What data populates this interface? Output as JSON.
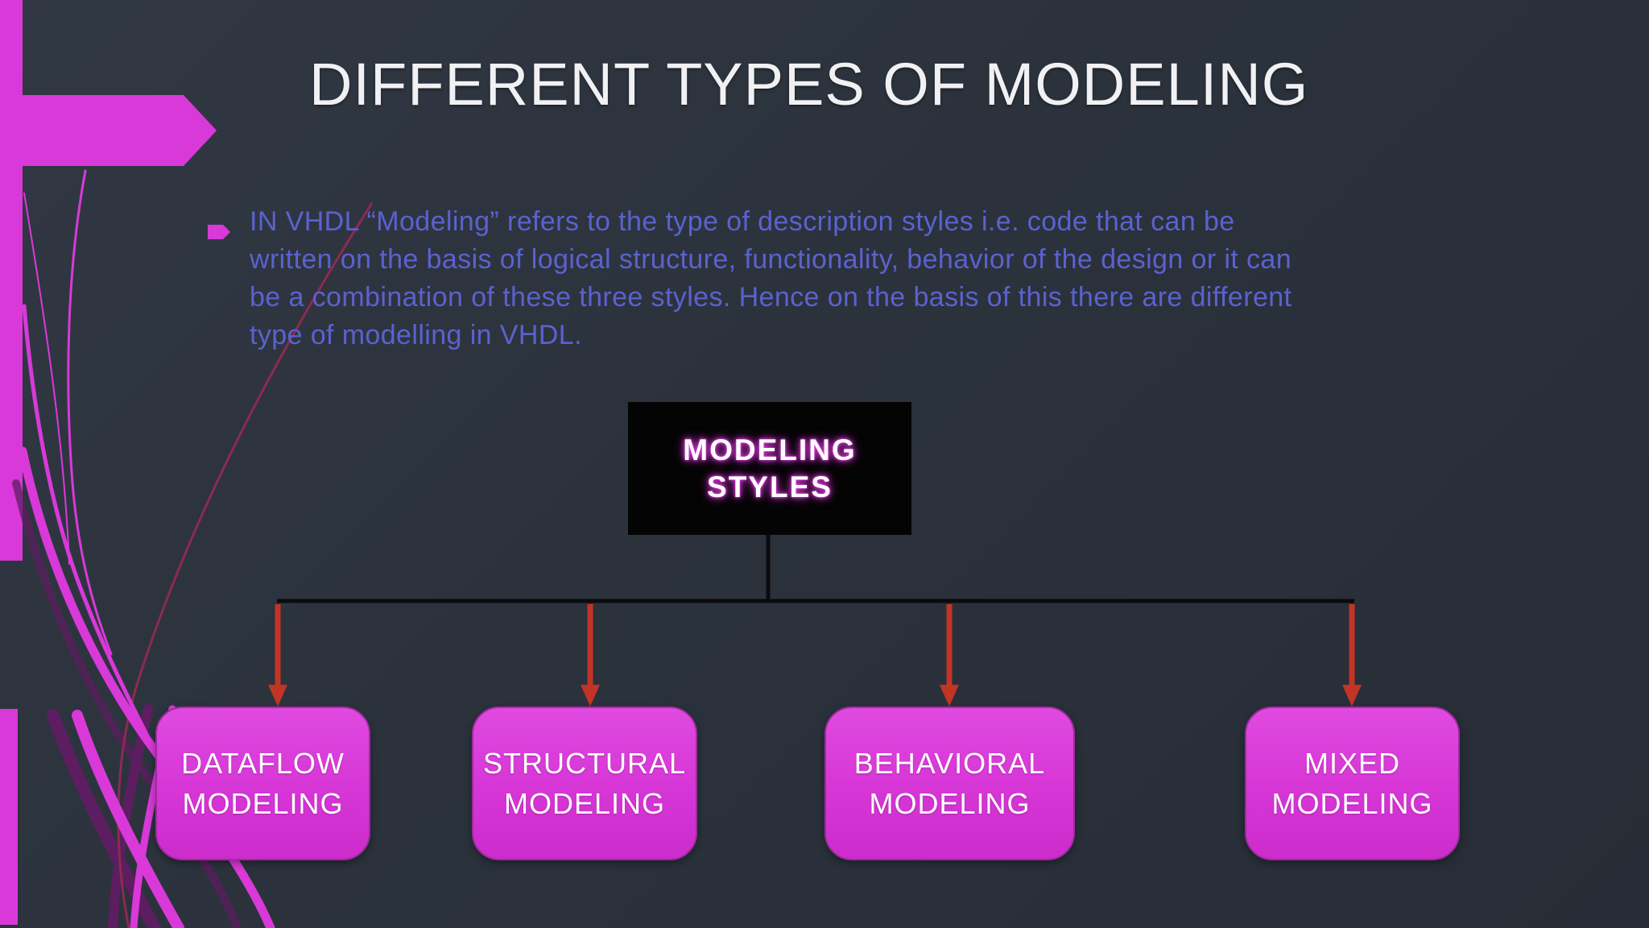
{
  "slide": {
    "title": "DIFFERENT TYPES OF MODELING",
    "bullet": {
      "icon": "arrow-right-bullet",
      "lines": [
        "IN VHDL “Modeling” refers to the type of description styles i.e. code that can be",
        "written on the basis of logical structure, functionality, behavior of the design or it can",
        "be a combination of these three styles. Hence on the basis of this there are different",
        "type of modelling in VHDL."
      ]
    },
    "tree": {
      "root": {
        "lines": [
          "MODELING",
          "STYLES"
        ]
      },
      "connector_arrow_icon": "down-arrow",
      "children": [
        {
          "lines": [
            "DATAFLOW",
            "MODELING"
          ]
        },
        {
          "lines": [
            "STRUCTURAL",
            "MODELING"
          ]
        },
        {
          "lines": [
            "BEHAVIORAL",
            "MODELING"
          ]
        },
        {
          "lines": [
            "MIXED",
            "MODELING"
          ]
        }
      ]
    },
    "colors": {
      "background": "#2b323c",
      "accent_magenta": "#d939d9",
      "swirl_shadow": "#5c1e60",
      "maroon_line": "#8c2a50",
      "body_text": "#5a62cf",
      "title_text": "#f1f1f3",
      "arrow_red": "#c23425",
      "connector_black": "#0b0b0d",
      "root_box_bg": "#040404",
      "root_glow": "#e43ae4",
      "node_border": "#9e2c9e",
      "node_text": "#ffffff"
    }
  }
}
